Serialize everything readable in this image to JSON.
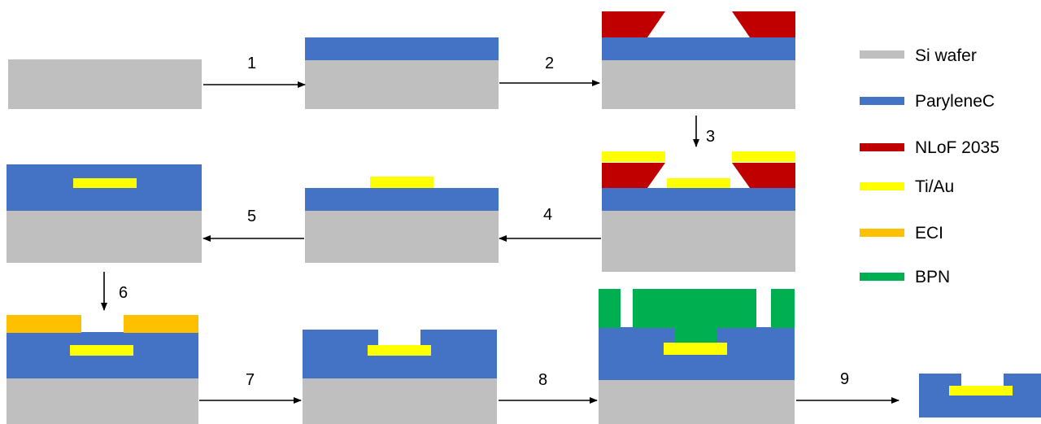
{
  "colors": {
    "si_wafer": "#bfbfbf",
    "parylene_c": "#4472c4",
    "nlof_2035": "#c00000",
    "ti_au": "#ffff00",
    "eci": "#ffc000",
    "bpn": "#00b050",
    "arrow": "#000000"
  },
  "steps": [
    "1",
    "2",
    "3",
    "4",
    "5",
    "6",
    "7",
    "8",
    "9"
  ],
  "legend": [
    {
      "label": "Si wafer",
      "color_key": "si_wafer"
    },
    {
      "label": "ParyleneC",
      "color_key": "parylene_c"
    },
    {
      "label": "NLoF 2035",
      "color_key": "nlof_2035"
    },
    {
      "label": "Ti/Au",
      "color_key": "ti_au"
    },
    {
      "label": "ECI",
      "color_key": "eci"
    },
    {
      "label": "BPN",
      "color_key": "bpn"
    }
  ]
}
